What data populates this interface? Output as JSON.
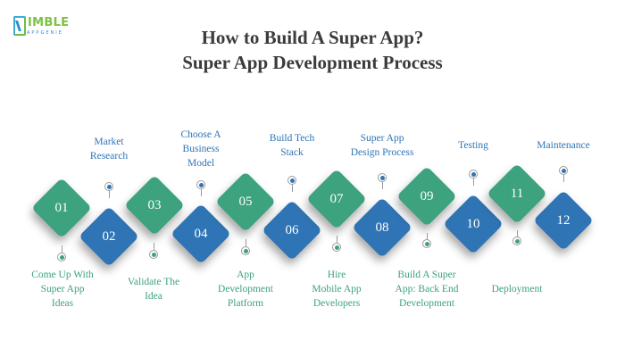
{
  "logo": {
    "word": "IMBLE",
    "sub": "APPGENIE",
    "brand_text": "NIMBLE APPGENIE"
  },
  "header": {
    "title_line1": "How to Build A Super App?",
    "title_line2": "Super App Development Process"
  },
  "colors": {
    "green": "#3da27e",
    "blue": "#2f74b5",
    "title": "#3b3b3b"
  },
  "steps": [
    {
      "num": "01",
      "label": "Come Up With Super App Ideas",
      "lines": [
        "Come Up With",
        "Super App",
        "Ideas"
      ],
      "color": "green",
      "label_position": "below"
    },
    {
      "num": "02",
      "label": "Market Research",
      "lines": [
        "Market",
        "Research"
      ],
      "color": "blue",
      "label_position": "above"
    },
    {
      "num": "03",
      "label": "Validate The Idea",
      "lines": [
        "Validate The",
        "Idea"
      ],
      "color": "green",
      "label_position": "below"
    },
    {
      "num": "04",
      "label": "Choose A Business Model",
      "lines": [
        "Choose A",
        "Business",
        "Model"
      ],
      "color": "blue",
      "label_position": "above"
    },
    {
      "num": "05",
      "label": "App Development Platform",
      "lines": [
        "App",
        "Development",
        "Platform"
      ],
      "color": "green",
      "label_position": "below"
    },
    {
      "num": "06",
      "label": "Build Tech Stack",
      "lines": [
        "Build Tech",
        "Stack"
      ],
      "color": "blue",
      "label_position": "above"
    },
    {
      "num": "07",
      "label": "Hire Mobile App Developers",
      "lines": [
        "Hire",
        "Mobile App",
        "Developers"
      ],
      "color": "green",
      "label_position": "below"
    },
    {
      "num": "08",
      "label": "Super App Design Process",
      "lines": [
        "Super App",
        "Design Process"
      ],
      "color": "blue",
      "label_position": "above"
    },
    {
      "num": "09",
      "label": "Build A Super App: Back End Development",
      "lines": [
        "Build A Super",
        "App: Back End",
        "Development"
      ],
      "color": "green",
      "label_position": "below"
    },
    {
      "num": "10",
      "label": "Testing",
      "lines": [
        "Testing"
      ],
      "color": "blue",
      "label_position": "above"
    },
    {
      "num": "11",
      "label": "Deployment",
      "lines": [
        "Deployment"
      ],
      "color": "green",
      "label_position": "below"
    },
    {
      "num": "12",
      "label": "Maintenance",
      "lines": [
        "Maintenance"
      ],
      "color": "blue",
      "label_position": "above"
    }
  ]
}
